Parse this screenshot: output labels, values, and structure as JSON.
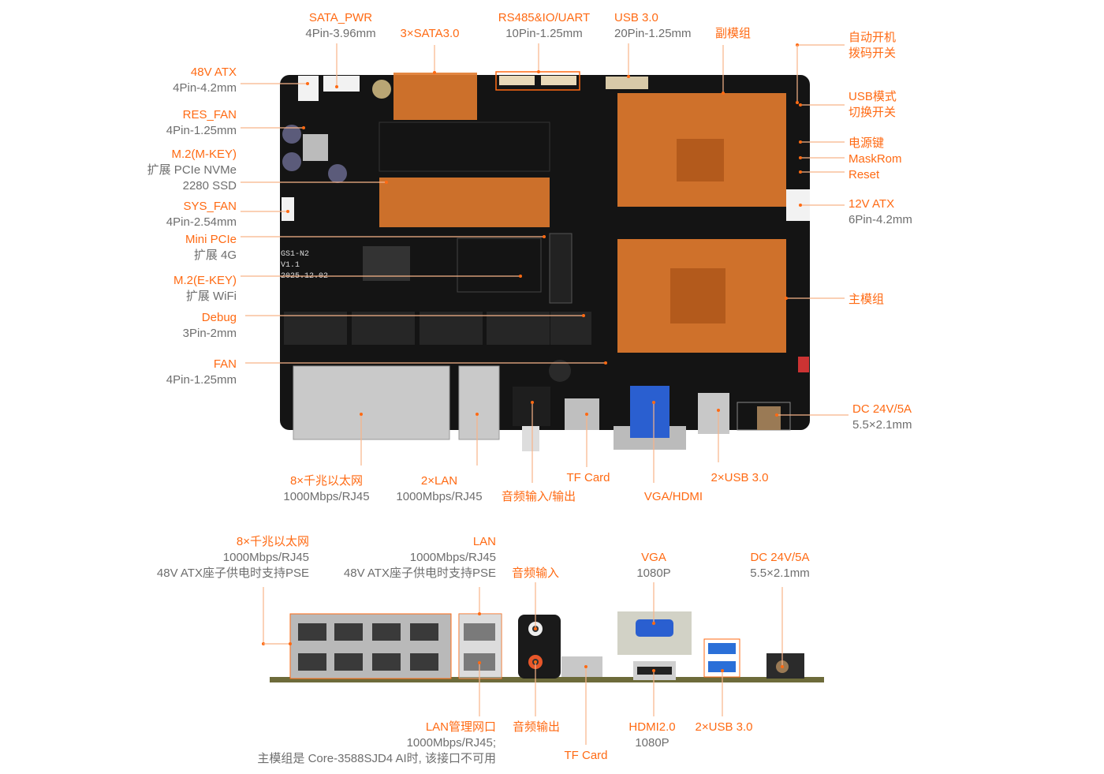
{
  "colors": {
    "accent": "#ff6a13",
    "text": "#6e6e6e",
    "board": "#141414",
    "leader": "#f8b489"
  },
  "board_silkscreen": [
    "GS1-N2",
    "V1.1",
    "2025.12.02"
  ],
  "labels": [
    {
      "title": "SATA_PWR",
      "sub": [
        "4Pin-3.96mm"
      ]
    },
    {
      "title": "3×SATA3.0",
      "sub": []
    },
    {
      "title": "RS485&IO/UART",
      "sub": [
        "10Pin-1.25mm"
      ]
    },
    {
      "title": "USB 3.0",
      "sub": [
        "20Pin-1.25mm"
      ]
    },
    {
      "title": "副模组",
      "sub": []
    },
    {
      "title": "自动开机",
      "sub": [
        "拨码开关"
      ]
    },
    {
      "title": "USB模式",
      "sub": [
        "切换开关"
      ]
    },
    {
      "title": "电源键",
      "sub": []
    },
    {
      "title": "MaskRom",
      "sub": []
    },
    {
      "title": "Reset",
      "sub": []
    },
    {
      "title": "12V ATX",
      "sub": [
        "6Pin-4.2mm"
      ]
    },
    {
      "title": "主模组",
      "sub": []
    },
    {
      "title": "DC 24V/5A",
      "sub": [
        "5.5×2.1mm"
      ]
    },
    {
      "title": "48V ATX",
      "sub": [
        "4Pin-4.2mm"
      ]
    },
    {
      "title": "RES_FAN",
      "sub": [
        "4Pin-1.25mm"
      ]
    },
    {
      "title": "M.2(M-KEY)",
      "sub": [
        "扩展 PCIe NVMe",
        "2280 SSD"
      ]
    },
    {
      "title": "SYS_FAN",
      "sub": [
        "4Pin-2.54mm"
      ]
    },
    {
      "title": "Mini PCIe",
      "sub": [
        "扩展 4G"
      ]
    },
    {
      "title": "M.2(E-KEY)",
      "sub": [
        "扩展 WiFi"
      ]
    },
    {
      "title": "Debug",
      "sub": [
        "3Pin-2mm"
      ]
    },
    {
      "title": "FAN",
      "sub": [
        "4Pin-1.25mm"
      ]
    },
    {
      "title": "8×千兆以太网",
      "sub": [
        "1000Mbps/RJ45"
      ]
    },
    {
      "title": "2×LAN",
      "sub": [
        "1000Mbps/RJ45"
      ]
    },
    {
      "title": "音频输入/输出",
      "sub": []
    },
    {
      "title": "TF Card",
      "sub": []
    },
    {
      "title": "VGA/HDMI",
      "sub": []
    },
    {
      "title": "2×USB 3.0",
      "sub": []
    },
    {
      "title": "8×千兆以太网",
      "sub": [
        "1000Mbps/RJ45",
        "48V ATX座子供电时支持PSE"
      ]
    },
    {
      "title": "LAN",
      "sub": [
        "1000Mbps/RJ45",
        "48V ATX座子供电时支持PSE"
      ]
    },
    {
      "title": "音频输入",
      "sub": []
    },
    {
      "title": "VGA",
      "sub": [
        "1080P"
      ]
    },
    {
      "title": "DC 24V/5A",
      "sub": [
        "5.5×2.1mm"
      ]
    },
    {
      "title": "LAN管理网口",
      "sub": [
        "1000Mbps/RJ45;",
        "主模组是 Core-3588SJD4 AI时, 该接口不可用"
      ]
    },
    {
      "title": "音频输出",
      "sub": []
    },
    {
      "title": "TF Card",
      "sub": []
    },
    {
      "title": "HDMI2.0",
      "sub": [
        "1080P"
      ]
    },
    {
      "title": "2×USB 3.0",
      "sub": []
    }
  ]
}
